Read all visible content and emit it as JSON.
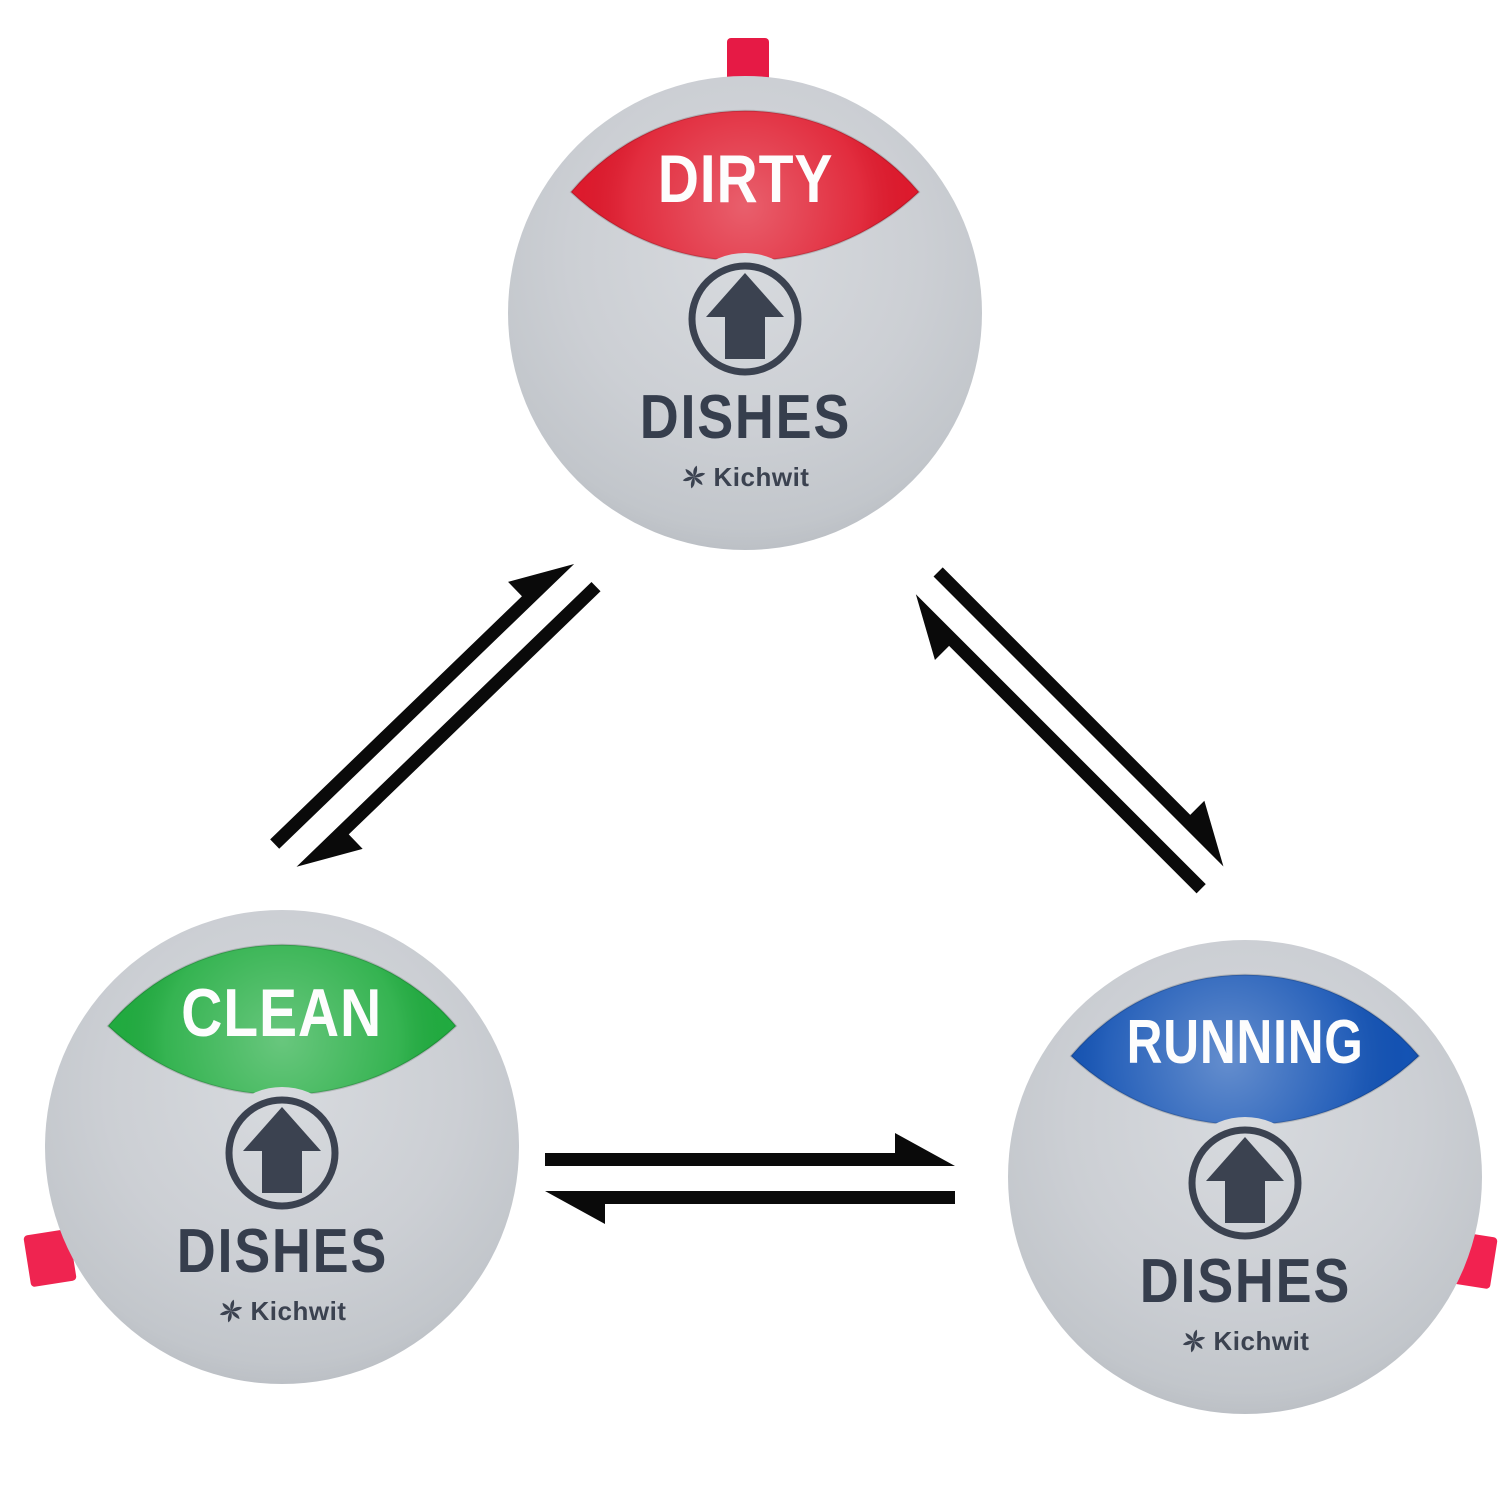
{
  "page": {
    "background_color": "#ffffff",
    "description": "Kichwit dishwasher indicator sign shown in its three states (DIRTY, CLEAN, RUNNING) connected by a cycle of double exchange arrows"
  },
  "colors": {
    "ink": "#3b4250",
    "arrow_black": "#0a0a0a",
    "disc_silver": "#c9cdd2",
    "white_text": "#fdfdfd"
  },
  "discs": [
    {
      "state_label": "DIRTY",
      "dishes_label": "DISHES",
      "brand_label": "Kichwit",
      "window_color": "#df1a2d",
      "tab_color": "#e61a45",
      "tab_position": "top"
    },
    {
      "state_label": "CLEAN",
      "dishes_label": "DISHES",
      "brand_label": "Kichwit",
      "window_color": "#21ac40",
      "tab_color": "#ef2450",
      "tab_position": "left"
    },
    {
      "state_label": "RUNNING",
      "dishes_label": "DISHES",
      "brand_label": "Kichwit",
      "window_color": "#1453b4",
      "tab_color": "#f22250",
      "tab_position": "right"
    }
  ],
  "cycle_arrows": [
    {
      "between": [
        "CLEAN",
        "DIRTY"
      ],
      "style": "double-exchange"
    },
    {
      "between": [
        "DIRTY",
        "RUNNING"
      ],
      "style": "double-exchange"
    },
    {
      "between": [
        "CLEAN",
        "RUNNING"
      ],
      "style": "double-exchange"
    }
  ]
}
